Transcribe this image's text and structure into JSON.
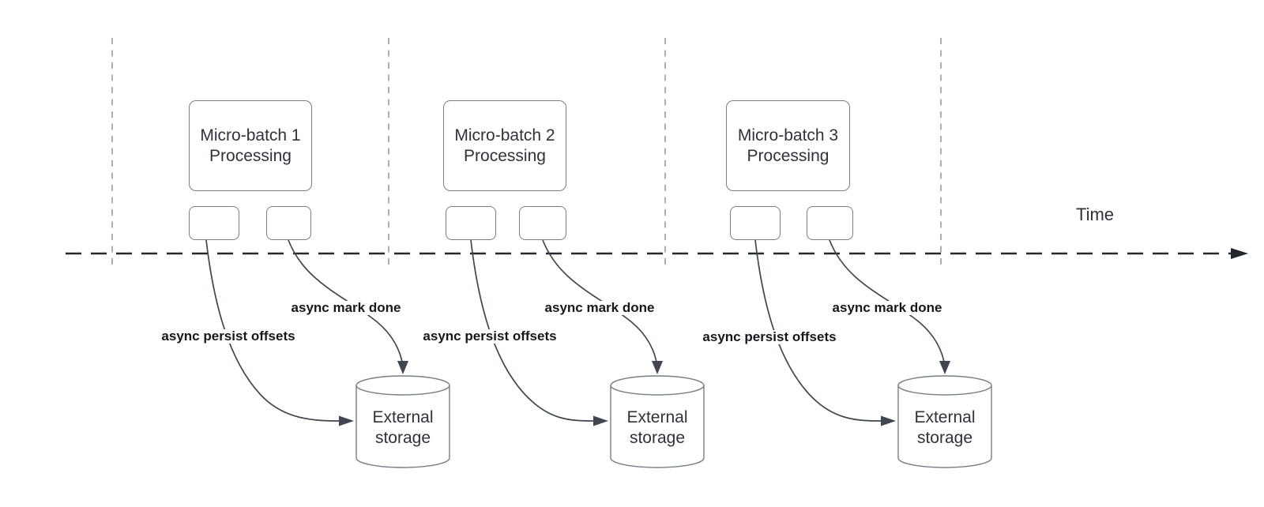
{
  "timeline": {
    "label": "Time"
  },
  "batches": [
    {
      "title": "Micro-batch 1\nProcessing",
      "persist_label": "async persist offsets",
      "mark_done_label": "async mark done",
      "storage_label": "External\nstorage"
    },
    {
      "title": "Micro-batch 2\nProcessing",
      "persist_label": "async persist offsets",
      "mark_done_label": "async mark done",
      "storage_label": "External\nstorage"
    },
    {
      "title": "Micro-batch 3\nProcessing",
      "persist_label": "async persist offsets",
      "mark_done_label": "async mark done",
      "storage_label": "External\nstorage"
    }
  ],
  "colors": {
    "background": "#ffffff",
    "shape_stroke": "#787e87",
    "arrow_stroke": "#3f4650",
    "timeline_stroke": "#23272e",
    "guide_stroke": "#9b9b9b",
    "shape_text": "#2e333b",
    "edge_label_text": "#14181d"
  }
}
